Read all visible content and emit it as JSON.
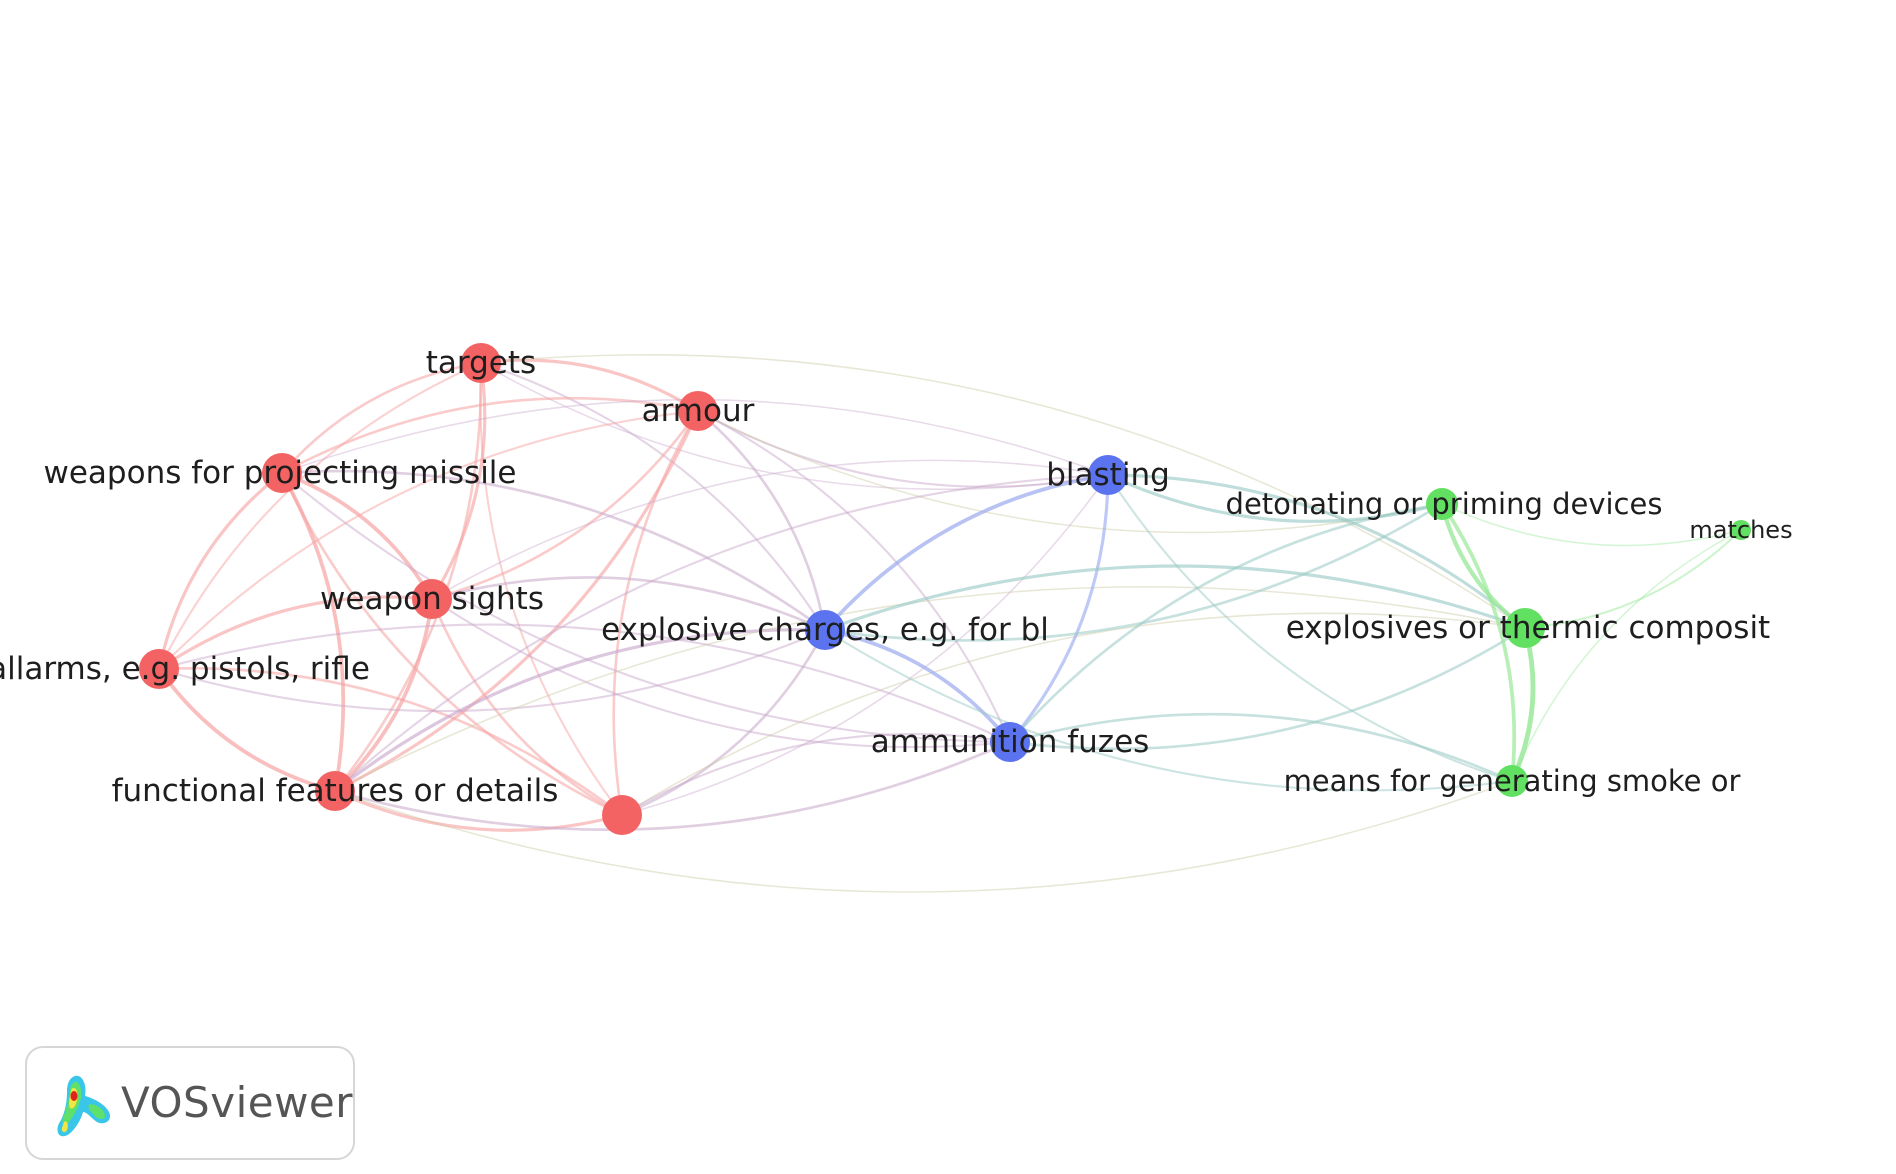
{
  "clusters": {
    "red": {
      "node": "#f46363",
      "edge": "#f6a3a3"
    },
    "blue": {
      "node": "#5b73ee",
      "edge": "#9aaaf0"
    },
    "green": {
      "node": "#62e062",
      "edge": "#98e898"
    }
  },
  "nodes": [
    {
      "id": "targets",
      "label": "targets",
      "cluster": "red",
      "weight": 3
    },
    {
      "id": "armour",
      "label": "armour",
      "cluster": "red",
      "weight": 3
    },
    {
      "id": "weapons_proj",
      "label": "weapons for projecting missile",
      "cluster": "red",
      "weight": 3
    },
    {
      "id": "weapon_sights",
      "label": "weapon sights",
      "cluster": "red",
      "weight": 3
    },
    {
      "id": "pistols",
      "label": "allarms, e.g. pistols, rifle",
      "cluster": "red",
      "weight": 3
    },
    {
      "id": "functional",
      "label": "functional features or details",
      "cluster": "red",
      "weight": 3
    },
    {
      "id": "red_unlabeled",
      "label": "",
      "cluster": "red",
      "weight": 3
    },
    {
      "id": "blasting",
      "label": "blasting",
      "cluster": "blue",
      "weight": 3
    },
    {
      "id": "expl_charges",
      "label": "explosive charges, e.g. for bl",
      "cluster": "blue",
      "weight": 3
    },
    {
      "id": "fuzes",
      "label": "ammunition fuzes",
      "cluster": "blue",
      "weight": 3
    },
    {
      "id": "detonating",
      "label": "detonating or priming devices",
      "cluster": "green",
      "weight": 2
    },
    {
      "id": "matches",
      "label": "matches",
      "cluster": "green",
      "weight": 1
    },
    {
      "id": "explosives_thermic",
      "label": "explosives or thermic composit",
      "cluster": "green",
      "weight": 3
    },
    {
      "id": "smoke",
      "label": "means for generating smoke or",
      "cluster": "green",
      "weight": 2
    }
  ],
  "logo": {
    "text": "VOSviewer",
    "icon": "vosviewer-density-icon"
  }
}
